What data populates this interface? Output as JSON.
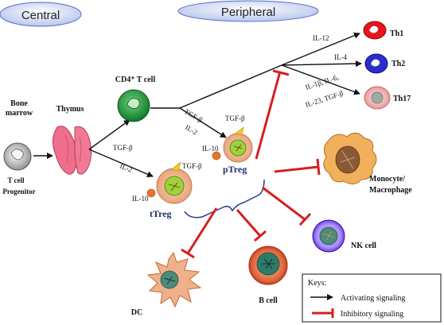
{
  "headers": {
    "central": "Central",
    "peripheral": "Peripheral"
  },
  "nodes": {
    "bone_marrow": [
      "Bone",
      "marrow"
    ],
    "t_cell": "T cell",
    "progenitor": "Progenitor",
    "thymus": "Thymus",
    "cd4_tcell": "CD4⁺ T cell",
    "ptreg": "pTreg",
    "ttreg": "tTreg",
    "th1": "Th1",
    "th2": "Th2",
    "th17": "Th17",
    "monocyte": [
      "Monocyte/",
      "Macrophage"
    ],
    "nk": "NK cell",
    "bcell": "B cell",
    "dc": "DC"
  },
  "labels": {
    "il12": "IL-12",
    "il4": "IL-4",
    "th17_cytokines": [
      "IL-1β, IL-6,",
      "IL-23, TGF-β"
    ],
    "tgf_beta": "TGF-β",
    "il2": "IL-2",
    "il10": "IL-10"
  },
  "legend": {
    "title": "Keys:",
    "activating": "Activating signaling",
    "inhibitory": "Inhibitory signaling"
  },
  "colors": {
    "activating": "#111111",
    "inhibitory": "#d42020",
    "treg_bracket": "#2b3a8f",
    "th1": "#e8141c",
    "th2": "#2a2ec8",
    "th17": "#e9a0a0",
    "cd4": "#1e9e3a",
    "thymus": "#ef6e8c"
  }
}
